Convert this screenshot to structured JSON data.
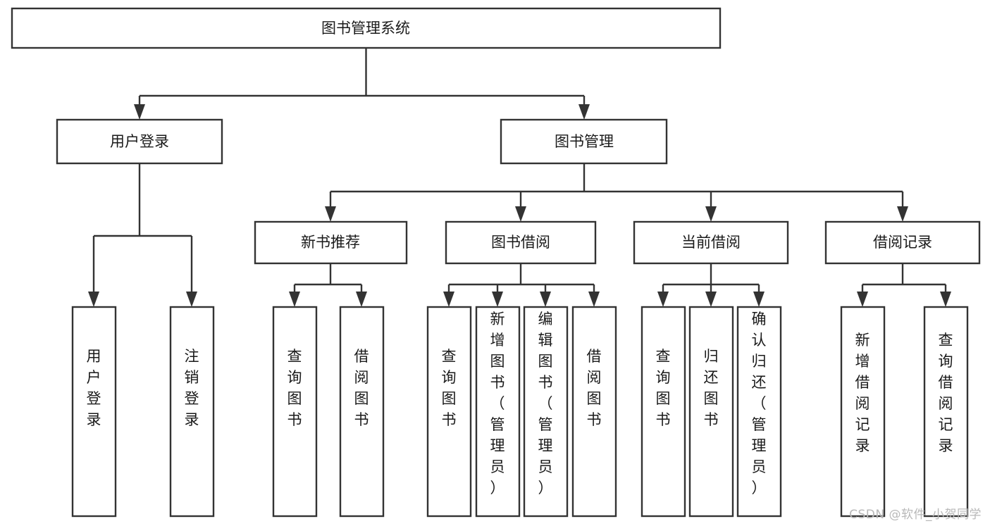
{
  "diagram": {
    "type": "tree",
    "title": "图书管理系统",
    "orientation": "top-down",
    "colors": {
      "box_stroke": "#333333",
      "box_fill": "#ffffff",
      "text": "#1a1a1a",
      "watermark": "#b8b8b8",
      "background": "#ffffff"
    },
    "nodes": {
      "root": {
        "label": "图书管理系统"
      },
      "level2": [
        {
          "id": "user-login",
          "label": "用户登录"
        },
        {
          "id": "book-manage",
          "label": "图书管理"
        }
      ],
      "level3": [
        {
          "id": "new-book-recommend",
          "label": "新书推荐"
        },
        {
          "id": "book-borrow",
          "label": "图书借阅"
        },
        {
          "id": "current-borrow",
          "label": "当前借阅"
        },
        {
          "id": "borrow-record",
          "label": "借阅记录"
        }
      ],
      "leaves": {
        "user-login": [
          {
            "id": "leaf-user-login",
            "label": "用户登录"
          },
          {
            "id": "leaf-logout",
            "label": "注销登录"
          }
        ],
        "new-book-recommend": [
          {
            "id": "leaf-query-book-1",
            "label": "查询图书"
          },
          {
            "id": "leaf-borrow-book-1",
            "label": "借阅图书"
          }
        ],
        "book-borrow": [
          {
            "id": "leaf-query-book-2",
            "label": "查询图书"
          },
          {
            "id": "leaf-add-book",
            "label": "新增图书（管理员）"
          },
          {
            "id": "leaf-edit-book",
            "label": "编辑图书（管理员）"
          },
          {
            "id": "leaf-borrow-book-2",
            "label": "借阅图书"
          }
        ],
        "current-borrow": [
          {
            "id": "leaf-query-book-3",
            "label": "查询图书"
          },
          {
            "id": "leaf-return-book",
            "label": "归还图书"
          },
          {
            "id": "leaf-confirm-return",
            "label": "确认归还（管理员）"
          }
        ],
        "borrow-record": [
          {
            "id": "leaf-add-record",
            "label": "新增借阅记录"
          },
          {
            "id": "leaf-query-record",
            "label": "查询借阅记录"
          }
        ]
      }
    }
  },
  "watermark": {
    "text": "CSDN @软件_小贺同学"
  }
}
